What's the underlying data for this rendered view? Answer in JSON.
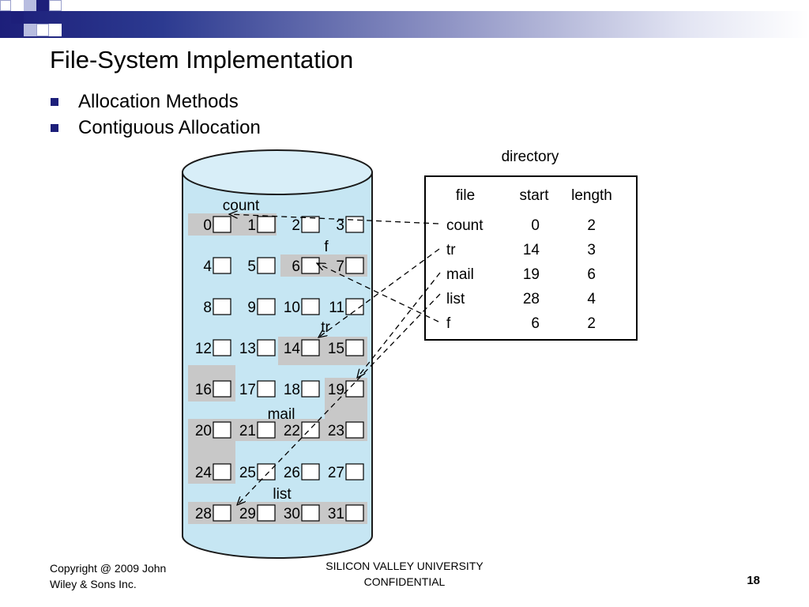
{
  "slide": {
    "title": "File-System Implementation",
    "bullets": [
      "Allocation Methods",
      "Contiguous Allocation"
    ],
    "footer_left_line1": "Copyright @ 2009 John",
    "footer_left_line2": "Wiley & Sons Inc.",
    "footer_center_line1": "SILICON VALLEY UNIVERSITY",
    "footer_center_line2": "CONFIDENTIAL",
    "page_number": "18"
  },
  "colors": {
    "accent": "#1d1f7a",
    "disk_fill": "#c6e6f3",
    "disk_top": "#d8eef8",
    "highlight": "#c8c8c8"
  },
  "diagram": {
    "directory_title": "directory",
    "headers": [
      "file",
      "start",
      "length"
    ],
    "rows": [
      {
        "file": "count",
        "start": "0",
        "length": "2"
      },
      {
        "file": "tr",
        "start": "14",
        "length": "3"
      },
      {
        "file": "mail",
        "start": "19",
        "length": "6"
      },
      {
        "file": "list",
        "start": "28",
        "length": "4"
      },
      {
        "file": "f",
        "start": "6",
        "length": "2"
      }
    ],
    "labels": {
      "count": "count",
      "f": "f",
      "tr": "tr",
      "mail": "mail",
      "list": "list"
    },
    "blocks": [
      "0",
      "1",
      "2",
      "3",
      "4",
      "5",
      "6",
      "7",
      "8",
      "9",
      "10",
      "11",
      "12",
      "13",
      "14",
      "15",
      "16",
      "17",
      "18",
      "19",
      "20",
      "21",
      "22",
      "23",
      "24",
      "25",
      "26",
      "27",
      "28",
      "29",
      "30",
      "31"
    ]
  }
}
